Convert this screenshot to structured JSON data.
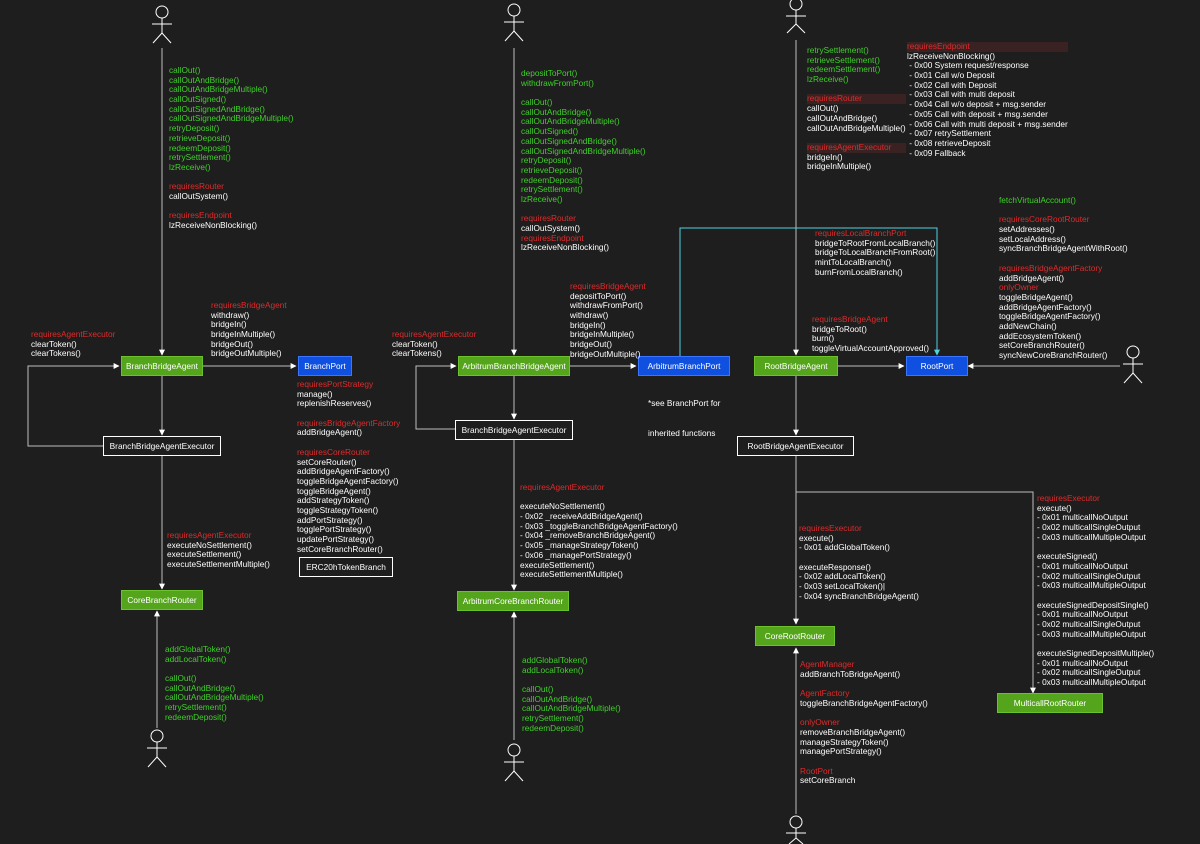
{
  "nodes": {
    "branch_bridge_agent": "BranchBridgeAgent",
    "branch_port": "BranchPort",
    "branch_bridge_agent_executor": "BranchBridgeAgentExecutor",
    "core_branch_router": "CoreBranchRouter",
    "erc20_token": "ERC20hTokenBranch",
    "arbitrum_branch_bridge_agent": "ArbitrumBranchBridgeAgent",
    "arbitrum_branch_port": "ArbitrumBranchPort",
    "arbitrum_executor": "BranchBridgeAgentExecutor",
    "arbitrum_core_branch_router": "ArbitrumCoreBranchRouter",
    "root_bridge_agent": "RootBridgeAgent",
    "root_port": "RootPort",
    "root_bridge_agent_executor": "RootBridgeAgentExecutor",
    "core_root_router": "CoreRootRouter",
    "multicall_root_router": "MulticallRootRouter"
  },
  "notes": {
    "arbitrum_port_note": [
      "*see BranchPort for",
      "inherited functions"
    ]
  },
  "blocks": {
    "b1": [
      {
        "t": "callOut()",
        "c": "g"
      },
      {
        "t": "callOutAndBridge()",
        "c": "g"
      },
      {
        "t": "callOutAndBridgeMultiple()",
        "c": "g"
      },
      {
        "t": "callOutSigned()",
        "c": "g"
      },
      {
        "t": "callOutSignedAndBridge()",
        "c": "g"
      },
      {
        "t": "callOutSignedAndBridgeMultiple()",
        "c": "g"
      },
      {
        "t": "retryDeposit()",
        "c": "g"
      },
      {
        "t": "retrieveDeposit()",
        "c": "g"
      },
      {
        "t": "redeemDeposit()",
        "c": "g"
      },
      {
        "t": "retrySettlement()",
        "c": "g"
      },
      {
        "t": "lzReceive()",
        "c": "g"
      },
      {
        "t": "",
        "c": "w"
      },
      {
        "t": "requiresRouter",
        "c": "r"
      },
      {
        "t": "callOutSystem()",
        "c": "w"
      },
      {
        "t": "",
        "c": "w"
      },
      {
        "t": "requiresEndpoint",
        "c": "r"
      },
      {
        "t": "lzReceiveNonBlocking()",
        "c": "w"
      }
    ],
    "b2": [
      {
        "t": "requiresBridgeAgent",
        "c": "r"
      },
      {
        "t": "withdraw()",
        "c": "w"
      },
      {
        "t": "bridgeIn()",
        "c": "w"
      },
      {
        "t": "bridgeInMultiple()",
        "c": "w"
      },
      {
        "t": "bridgeOut()",
        "c": "w"
      },
      {
        "t": "bridgeOutMultiple()",
        "c": "w"
      }
    ],
    "b3": [
      {
        "t": "requiresAgentExecutor",
        "c": "r"
      },
      {
        "t": "clearToken()",
        "c": "w"
      },
      {
        "t": "clearTokens()",
        "c": "w"
      }
    ],
    "b4": [
      {
        "t": "requiresPortStrategy",
        "c": "r"
      },
      {
        "t": "manage()",
        "c": "w"
      },
      {
        "t": "replenishReserves()",
        "c": "w"
      },
      {
        "t": "",
        "c": "w"
      },
      {
        "t": "requiresBridgeAgentFactory",
        "c": "r"
      },
      {
        "t": "addBridgeAgent()",
        "c": "w"
      },
      {
        "t": "",
        "c": "w"
      },
      {
        "t": "requiresCoreRouter",
        "c": "r"
      },
      {
        "t": "setCoreRouter()",
        "c": "w"
      },
      {
        "t": "addBridgeAgentFactory()",
        "c": "w"
      },
      {
        "t": "toggleBridgeAgentFactory()",
        "c": "w"
      },
      {
        "t": "toggleBridgeAgent()",
        "c": "w"
      },
      {
        "t": "addStrategyToken()",
        "c": "w"
      },
      {
        "t": "toggleStrategyToken()",
        "c": "w"
      },
      {
        "t": "addPortStrategy()",
        "c": "w"
      },
      {
        "t": "togglePortStrategy()",
        "c": "w"
      },
      {
        "t": "updatePortStrategy()",
        "c": "w"
      },
      {
        "t": "setCoreBranchRouter()",
        "c": "w"
      }
    ],
    "b5": [
      {
        "t": "requiresAgentExecutor",
        "c": "r"
      },
      {
        "t": "executeNoSettlement()",
        "c": "w"
      },
      {
        "t": "executeSettlement()",
        "c": "w"
      },
      {
        "t": "executeSettlementMultiple()",
        "c": "w"
      }
    ],
    "b6": [
      {
        "t": "addGlobalToken()",
        "c": "g"
      },
      {
        "t": "addLocalToken()",
        "c": "g"
      },
      {
        "t": "",
        "c": "w"
      },
      {
        "t": "callOut()",
        "c": "g"
      },
      {
        "t": "callOutAndBridge()",
        "c": "g"
      },
      {
        "t": "callOutAndBridgeMultiple()",
        "c": "g"
      },
      {
        "t": "retrySettlement()",
        "c": "g"
      },
      {
        "t": "redeemDeposit()",
        "c": "g"
      }
    ],
    "b7": [
      {
        "t": "depositToPort()",
        "c": "g"
      },
      {
        "t": "withdrawFromPort()",
        "c": "g"
      },
      {
        "t": "",
        "c": "w"
      },
      {
        "t": "callOut()",
        "c": "g"
      },
      {
        "t": "callOutAndBridge()",
        "c": "g"
      },
      {
        "t": "callOutAndBridgeMultiple()",
        "c": "g"
      },
      {
        "t": "callOutSigned()",
        "c": "g"
      },
      {
        "t": "callOutSignedAndBridge()",
        "c": "g"
      },
      {
        "t": "callOutSignedAndBridgeMultiple()",
        "c": "g"
      },
      {
        "t": "retryDeposit()",
        "c": "g"
      },
      {
        "t": "retrieveDeposit()",
        "c": "g"
      },
      {
        "t": "redeemDeposit()",
        "c": "g"
      },
      {
        "t": "retrySettlement()",
        "c": "g"
      },
      {
        "t": "lzReceive()",
        "c": "g"
      },
      {
        "t": "",
        "c": "w"
      },
      {
        "t": "requiresRouter",
        "c": "r"
      },
      {
        "t": "callOutSystem()",
        "c": "w"
      },
      {
        "t": "requiresEndpoint",
        "c": "r"
      },
      {
        "t": "lzReceiveNonBlocking()",
        "c": "w"
      }
    ],
    "b8": [
      {
        "t": "requiresBridgeAgent",
        "c": "r"
      },
      {
        "t": "depositToPort()",
        "c": "w"
      },
      {
        "t": "withdrawFromPort()",
        "c": "w"
      },
      {
        "t": "withdraw()",
        "c": "w"
      },
      {
        "t": "bridgeIn()",
        "c": "w"
      },
      {
        "t": "bridgeInMultiple()",
        "c": "w"
      },
      {
        "t": "bridgeOut()",
        "c": "w"
      },
      {
        "t": "bridgeOutMultiple()",
        "c": "w"
      }
    ],
    "b9": [
      {
        "t": "requiresAgentExecutor",
        "c": "r"
      },
      {
        "t": "clearToken()",
        "c": "w"
      },
      {
        "t": "clearTokens()",
        "c": "w"
      }
    ],
    "b10": [
      {
        "t": "requiresAgentExecutor",
        "c": "r"
      },
      {
        "t": "",
        "c": "w"
      },
      {
        "t": "executeNoSettlement()",
        "c": "w"
      },
      {
        "t": "- 0x02 _receiveAddBridgeAgent()",
        "c": "w"
      },
      {
        "t": "- 0x03 _toggleBranchBridgeAgentFactory()",
        "c": "w"
      },
      {
        "t": "- 0x04 _removeBranchBridgeAgent()",
        "c": "w"
      },
      {
        "t": "- 0x05 _manageStrategyToken()",
        "c": "w"
      },
      {
        "t": "- 0x06 _managePortStrategy()",
        "c": "w"
      },
      {
        "t": "executeSettlement()",
        "c": "w"
      },
      {
        "t": "executeSettlementMultiple()",
        "c": "w"
      }
    ],
    "b11": [
      {
        "t": "addGlobalToken()",
        "c": "g"
      },
      {
        "t": "addLocalToken()",
        "c": "g"
      },
      {
        "t": "",
        "c": "w"
      },
      {
        "t": "callOut()",
        "c": "g"
      },
      {
        "t": "callOutAndBridge()",
        "c": "g"
      },
      {
        "t": "callOutAndBridgeMultiple()",
        "c": "g"
      },
      {
        "t": "retrySettlement()",
        "c": "g"
      },
      {
        "t": "redeemDeposit()",
        "c": "g"
      }
    ],
    "b12": [
      {
        "t": "retrySettlement()",
        "c": "g"
      },
      {
        "t": "retrieveSettlement()",
        "c": "g"
      },
      {
        "t": "redeemSettlement()",
        "c": "g"
      },
      {
        "t": "lzReceive()",
        "c": "g"
      },
      {
        "t": "",
        "c": "w"
      },
      {
        "t": "requiresRouter",
        "c": "rb"
      },
      {
        "t": "callOut()",
        "c": "w"
      },
      {
        "t": "callOutAndBridge()",
        "c": "w"
      },
      {
        "t": "callOutAndBridgeMultiple()",
        "c": "w"
      },
      {
        "t": "",
        "c": "w"
      },
      {
        "t": "requiresAgentExecutor",
        "c": "rb"
      },
      {
        "t": "bridgeIn()",
        "c": "w"
      },
      {
        "t": "bridgeInMultiple()",
        "c": "w"
      }
    ],
    "b13": [
      {
        "t": "requiresEndpoint",
        "c": "rb"
      },
      {
        "t": "lzReceiveNonBlocking()",
        "c": "w"
      },
      {
        "t": " - 0x00 System request/response",
        "c": "w"
      },
      {
        "t": " - 0x01 Call w/o Deposit",
        "c": "w"
      },
      {
        "t": " - 0x02 Call with Deposit",
        "c": "w"
      },
      {
        "t": " - 0x03 Call with multi deposit",
        "c": "w"
      },
      {
        "t": " - 0x04 Call w/o deposit + msg.sender",
        "c": "w"
      },
      {
        "t": " - 0x05 Call with deposit + msg.sender",
        "c": "w"
      },
      {
        "t": " - 0x06 Call with multi deposit + msg.sender",
        "c": "w"
      },
      {
        "t": " - 0x07 retrySettlement",
        "c": "w"
      },
      {
        "t": " - 0x08 retrieveDeposit",
        "c": "w"
      },
      {
        "t": " - 0x09 Fallback",
        "c": "w"
      }
    ],
    "b14": [
      {
        "t": "requiresLocalBranchPort",
        "c": "r"
      },
      {
        "t": "bridgeToRootFromLocalBranch()",
        "c": "w"
      },
      {
        "t": "bridgeToLocalBranchFromRoot()",
        "c": "w"
      },
      {
        "t": "mintToLocalBranch()",
        "c": "w"
      },
      {
        "t": "burnFromLocalBranch()",
        "c": "w"
      }
    ],
    "b15": [
      {
        "t": "requiresBridgeAgent",
        "c": "r"
      },
      {
        "t": "bridgeToRoot()",
        "c": "w"
      },
      {
        "t": "burn()",
        "c": "w"
      },
      {
        "t": "toggleVirtualAccountApproved()",
        "c": "w"
      }
    ],
    "b16": [
      {
        "t": "fetchVirtualAccount()",
        "c": "g"
      },
      {
        "t": "",
        "c": "w"
      },
      {
        "t": "requiresCoreRootRouter",
        "c": "r"
      },
      {
        "t": "setAddresses()",
        "c": "w"
      },
      {
        "t": "setLocalAddress()",
        "c": "w"
      },
      {
        "t": "syncBranchBridgeAgentWithRoot()",
        "c": "w"
      },
      {
        "t": "",
        "c": "w"
      },
      {
        "t": "requiresBridgeAgentFactory",
        "c": "r"
      },
      {
        "t": "addBridgeAgent()",
        "c": "w"
      },
      {
        "t": "onlyOwner",
        "c": "r"
      },
      {
        "t": "toggleBridgeAgent()",
        "c": "w"
      },
      {
        "t": "addBridgeAgentFactory()",
        "c": "w"
      },
      {
        "t": "toggleBridgeAgentFactory()",
        "c": "w"
      },
      {
        "t": "addNewChain()",
        "c": "w"
      },
      {
        "t": "addEcosystemToken()",
        "c": "w"
      },
      {
        "t": "setCoreBranchRouter()",
        "c": "w"
      },
      {
        "t": "syncNewCoreBranchRouter()",
        "c": "w"
      }
    ],
    "b17": [
      {
        "t": "requiresExecutor",
        "c": "r"
      },
      {
        "t": "execute()",
        "c": "w"
      },
      {
        "t": "- 0x01 addGlobalToken()",
        "c": "w"
      },
      {
        "t": "",
        "c": "w"
      },
      {
        "t": "executeResponse()",
        "c": "w"
      },
      {
        "t": "- 0x02 addLocalToken()",
        "c": "w"
      },
      {
        "t": "- 0x03 setLocalToken()|",
        "c": "w"
      },
      {
        "t": "- 0x04 syncBranchBridgeAgent()",
        "c": "w"
      }
    ],
    "b18": [
      {
        "t": "AgentManager",
        "c": "r"
      },
      {
        "t": "addBranchToBridgeAgent()",
        "c": "w"
      },
      {
        "t": "",
        "c": "w"
      },
      {
        "t": "AgentFactory",
        "c": "r"
      },
      {
        "t": "toggleBranchBridgeAgentFactory()",
        "c": "w"
      },
      {
        "t": "",
        "c": "w"
      },
      {
        "t": "onlyOwner",
        "c": "r"
      },
      {
        "t": "removeBranchBridgeAgent()",
        "c": "w"
      },
      {
        "t": "manageStrategyToken()",
        "c": "w"
      },
      {
        "t": "managePortStrategy()",
        "c": "w"
      },
      {
        "t": "",
        "c": "w"
      },
      {
        "t": "RootPort",
        "c": "r"
      },
      {
        "t": "setCoreBranch",
        "c": "w"
      }
    ],
    "b19": [
      {
        "t": "requiresExecutor",
        "c": "r"
      },
      {
        "t": "execute()",
        "c": "w"
      },
      {
        "t": "- 0x01 multicallNoOutput",
        "c": "w"
      },
      {
        "t": "- 0x02 multicallSingleOutput",
        "c": "w"
      },
      {
        "t": "- 0x03 multicallMultipleOutput",
        "c": "w"
      },
      {
        "t": "",
        "c": "w"
      },
      {
        "t": "executeSigned()",
        "c": "w"
      },
      {
        "t": "- 0x01 multicallNoOutput",
        "c": "w"
      },
      {
        "t": "- 0x02 multicallSingleOutput",
        "c": "w"
      },
      {
        "t": "- 0x03 multicallMultipleOutput",
        "c": "w"
      },
      {
        "t": "",
        "c": "w"
      },
      {
        "t": "executeSignedDepositSingle()",
        "c": "w"
      },
      {
        "t": "- 0x01 multicallNoOutput",
        "c": "w"
      },
      {
        "t": "- 0x02 multicallSingleOutput",
        "c": "w"
      },
      {
        "t": "- 0x03 multicallMultipleOutput",
        "c": "w"
      },
      {
        "t": "",
        "c": "w"
      },
      {
        "t": "executeSignedDepositMultiple()",
        "c": "w"
      },
      {
        "t": "- 0x01 multicallNoOutput",
        "c": "w"
      },
      {
        "t": "- 0x02 multicallSingleOutput",
        "c": "w"
      },
      {
        "t": "- 0x03 multicallMultipleOutput",
        "c": "w"
      }
    ]
  },
  "colors": {
    "green_text": "#3fd12a",
    "red_text": "#e02a2a",
    "green_box": "#55a51c",
    "blue_box": "#1050e0",
    "cyan_line": "#4fd2e0",
    "background": "#1e1e1e"
  }
}
